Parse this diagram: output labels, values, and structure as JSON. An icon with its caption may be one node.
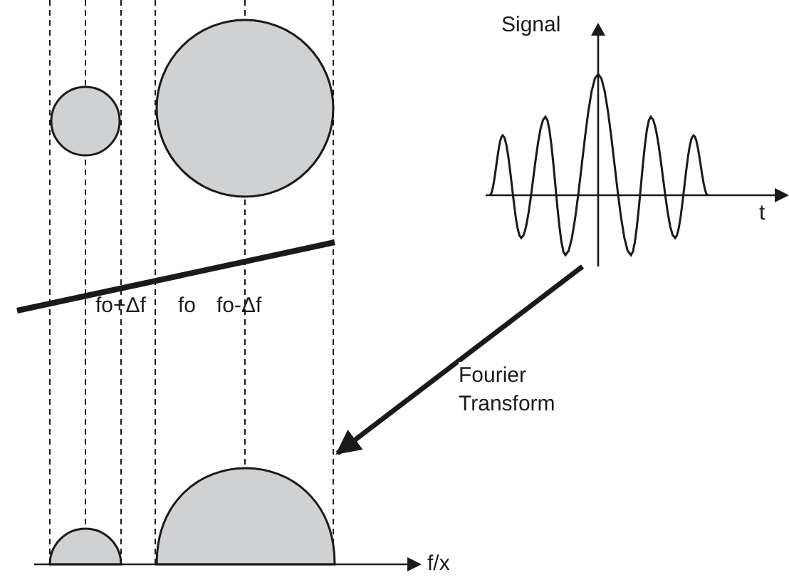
{
  "diagram": {
    "nodes": [
      {
        "text": [],
        "shape": "picture"
      },
      {
        "text": [],
        "shape": "picture"
      }
    ],
    "edges": [
      {
        "from": 0,
        "to": 1,
        "arrow": "to",
        "label": "Fourier Transform"
      }
    ],
    "labels": [
      "Signal",
      "t",
      "fo+Δf",
      "fo",
      "fo-Δf",
      "f/x"
    ]
  }
}
